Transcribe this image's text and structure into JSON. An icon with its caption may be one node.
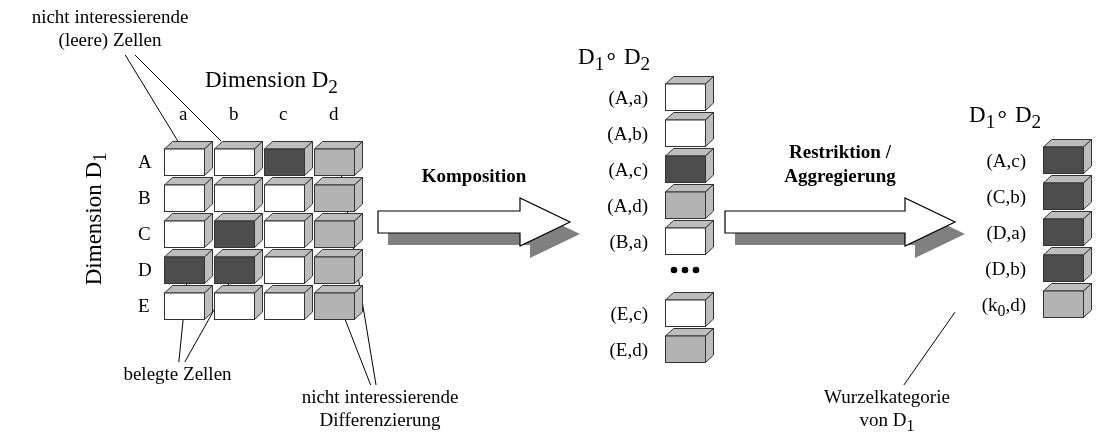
{
  "diagram": {
    "nodes": [
      {
        "text": [
          "nicht interessierende (leere) Zellen"
        ]
      },
      {
        "text": [
          "Dimension D$_{2}$",
          "a",
          "b",
          "c",
          "d",
          "Dimension D$_{1}$",
          "A",
          "B",
          "C",
          "D",
          "E"
        ]
      },
      {
        "text": [],
        "shape": "box",
        "in": 1
      },
      {
        "text": [],
        "shape": "box",
        "in": 1
      },
      {
        "text": [],
        "shape": "box",
        "in": 1
      },
      {
        "text": [],
        "shape": "box",
        "in": 1
      },
      {
        "text": [],
        "shape": "box",
        "in": 1
      },
      {
        "text": [],
        "shape": "box",
        "in": 1
      },
      {
        "text": [],
        "shape": "box",
        "in": 1
      },
      {
        "text": [],
        "shape": "box",
        "in": 1
      },
      {
        "text": [],
        "shape": "box",
        "in": 1
      },
      {
        "text": [],
        "shape": "box",
        "in": 1
      },
      {
        "text": [],
        "shape": "box",
        "in": 1
      },
      {
        "text": [],
        "shape": "box",
        "in": 1
      },
      {
        "text": [],
        "shape": "box",
        "in": 1
      },
      {
        "text": [],
        "shape": "box",
        "in": 1
      },
      {
        "text": [],
        "shape": "box",
        "in": 1
      },
      {
        "text": [],
        "shape": "box",
        "in": 1
      },
      {
        "text": [],
        "shape": "box",
        "in": 1
      },
      {
        "text": [],
        "shape": "box",
        "in": 1
      },
      {
        "text": [],
        "shape": "box",
        "in": 1
      },
      {
        "text": [],
        "shape": "box",
        "in": 1
      },
      {
        "text": [
          "belegte Zellen"
        ]
      },
      {
        "text": [
          "nicht interessierende Differenzierung"
        ]
      },
      {
        "text": [
          "D$_{1}$∘ D$_{2}$",
          "(A,a)",
          "(A,b)",
          "(A,c)",
          "(A,d)",
          "(B,a)",
          "(E,c)",
          "(E,d)"
        ]
      },
      {
        "text": [
          "D$_{1}$∘ D$_{2}$",
          "(A,c)",
          "(C,b)",
          "(D,a)",
          "(D,b)",
          "(k$_{0}$,d)"
        ]
      },
      {
        "text": [
          "Wurzelkategorie von D$_{1}$"
        ]
      }
    ],
    "edges": [
      {
        "from": 0,
        "to": 2,
        "arrow": "none"
      },
      {
        "from": 0,
        "to": 3,
        "arrow": "none"
      },
      {
        "from": 22,
        "to": 14,
        "arrow": "none"
      },
      {
        "from": 22,
        "to": 15,
        "arrow": "none"
      },
      {
        "from": 23,
        "to": 5,
        "arrow": "none"
      },
      {
        "from": 23,
        "to": 21,
        "arrow": "none"
      },
      {
        "from": 1,
        "to": 24,
        "arrow": "to",
        "label": "Komposition"
      },
      {
        "from": 24,
        "to": 25,
        "arrow": "to",
        "label": "Restriktion / Aggregierung"
      },
      {
        "from": 26,
        "to": 25,
        "arrow": "none"
      }
    ]
  }
}
